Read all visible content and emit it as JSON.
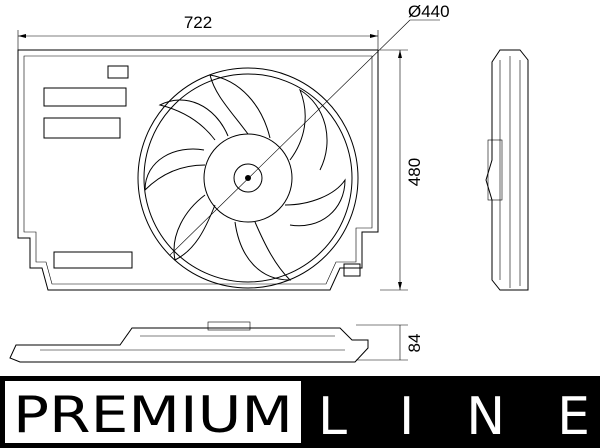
{
  "dimensions": {
    "width": "722",
    "diameter": "Ø440",
    "height": "480",
    "depth": "84"
  },
  "banner": {
    "premium": "PREMIUM",
    "line": "LINE",
    "letters": [
      "L",
      "I",
      "N",
      "E"
    ]
  },
  "colors": {
    "ink": "#000000",
    "background": "#ffffff"
  }
}
